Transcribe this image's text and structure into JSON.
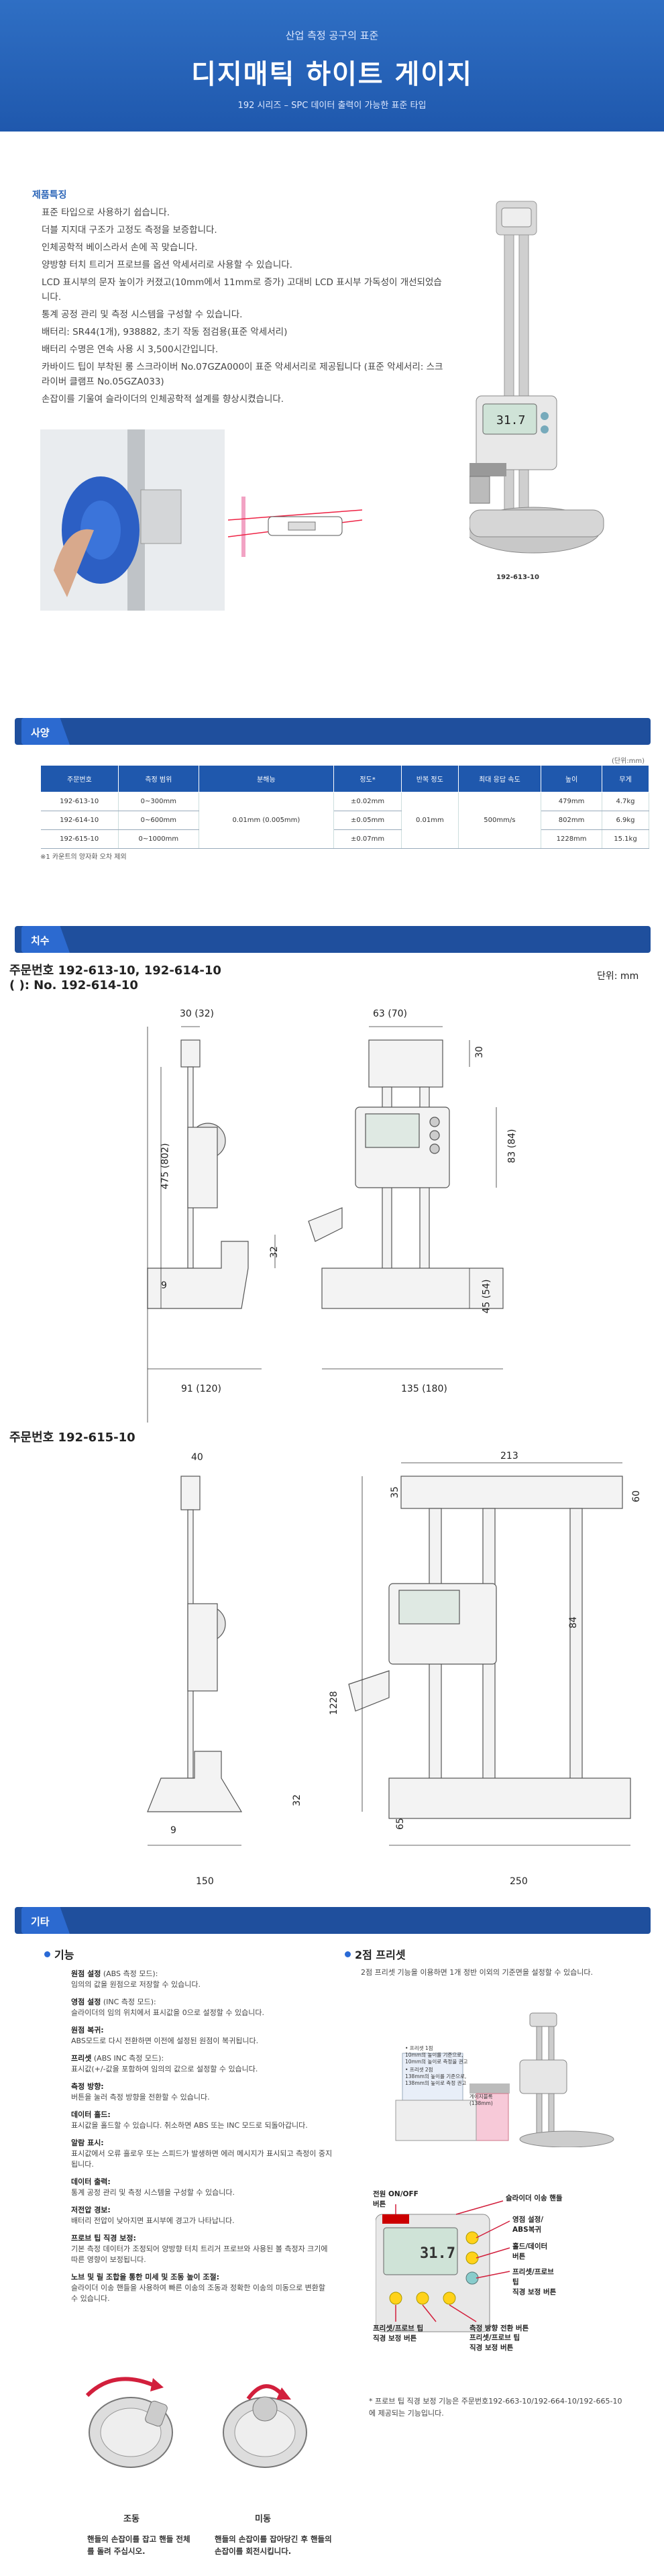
{
  "hero": {
    "subtitle": "산업 측정 공구의 표준",
    "title": "디지매틱 하이트 게이지",
    "desc": "192 시리즈 – SPC 데이터 출력이 가능한 표준 타입"
  },
  "features": {
    "heading": "제품특징",
    "items": [
      "표준 타입으로 사용하기 쉽습니다.",
      "더블 지지대 구조가 고정도 측정을 보증합니다.",
      "인체공학적 베이스라서 손에 꼭 맞습니다.",
      "양방향 터치 트리거 프로브를 옵션 악세서리로 사용할 수 있습니다.",
      "LCD 표시부의 문자 높이가 커졌고(10mm에서 11mm로 증가) 고대비 LCD 표시부 가독성이 개선되었습니다.",
      "통계 공정 관리 및 측정 시스템을 구성할 수 있습니다.",
      "배터리: SR44(1개), 938882, 초기 작동 점검용(표준 악세서리)",
      "배터리 수명은 연속 사용 시 3,500시간입니다.",
      "카바이드 팁이 부착된 롱 스크라이버 No.07GZA000이 표준 악세서리로 제공됩니다 (표준 악세서리: 스크라이버 클램프 No.05GZA033)",
      "손잡이를 기울여 슬라이더의 인체공학적 설계를 향상시켰습니다."
    ]
  },
  "images": {
    "model_label": "192-613-10"
  },
  "sections": {
    "spec": "사양",
    "dims": "치수",
    "other": "기타"
  },
  "spec": {
    "unit": "(단위:mm)",
    "headers": [
      "주문번호",
      "측정 범위",
      "분해능",
      "정도*",
      "반복 정도",
      "최대 응답 속도",
      "높이",
      "무게"
    ],
    "rows": [
      [
        "192-613-10",
        "0~300mm",
        "±0.02mm",
        "479mm",
        "4.7kg"
      ],
      [
        "192-614-10",
        "0~600mm",
        "±0.05mm",
        "802mm",
        "6.9kg"
      ],
      [
        "192-615-10",
        "0~1000mm",
        "±0.07mm",
        "1228mm",
        "15.1kg"
      ]
    ],
    "shared": {
      "resolution": "0.01mm\n(0.005mm)",
      "repeat": "0.01mm",
      "speed": "500mm/s"
    },
    "note": "※1 카운트의 양자화 오차 제외"
  },
  "dims": {
    "title1a": "주문번호 192-613-10, 192-614-10",
    "title1b": "(   ): No. 192-614-10",
    "unit": "단위: mm",
    "d1": {
      "a": "30 (32)",
      "b": "63 (70)",
      "c": "30",
      "d": "475 (802)",
      "e": "83 (84)",
      "f": "32",
      "g": "9",
      "h": "45 (54)",
      "i": "91 (120)",
      "j": "135 (180)"
    },
    "title2": "주문번호 192-615-10",
    "d2": {
      "a": "40",
      "b": "213",
      "c": "35",
      "d": "60",
      "e": "84",
      "f": "1228",
      "g": "32",
      "h": "9",
      "i": "65",
      "j": "150",
      "k": "250"
    }
  },
  "other": {
    "func_title": "기능",
    "functions": [
      {
        "t": "원점 설정",
        "s": "(ABS 측정 모드):",
        "d": "임의의 값을 원점으로 저장할 수 있습니다."
      },
      {
        "t": "영점 설정",
        "s": "(INC 측정 모드):",
        "d": "슬라이더의 임의 위치에서 표시값을 0으로 설정할 수 있습니다."
      },
      {
        "t": "원점 복귀:",
        "s": "",
        "d": "ABS모드로 다시 전환하면 이전에 설정된 원점이 복귀됩니다."
      },
      {
        "t": "프리셋",
        "s": "(ABS INC 측정 모드):",
        "d": "표시값(+/-값을 포함하여 임의의 값으로 설정할 수 있습니다."
      },
      {
        "t": "측정 방향:",
        "s": "",
        "d": "버튼을 눌러 측정 방향을 전환할 수 있습니다."
      },
      {
        "t": "데이터 홀드:",
        "s": "",
        "d": "표시값을 홀드할 수 있습니다. 취소하면 ABS 또는 INC 모드로 되돌아갑니다."
      },
      {
        "t": "알람 표시:",
        "s": "",
        "d": "표시값에서 오류 흘로우 또는 스피드가 발생하면 에러 메시지가 표시되고 측정이 중지됩니다."
      },
      {
        "t": "데이터 출력:",
        "s": "",
        "d": "통계 공정 관리 및 측정 시스템을 구성할 수 있습니다."
      },
      {
        "t": "저전압 경보:",
        "s": "",
        "d": "배터리 전압이 낮아지면 표시부에 경고가 나타납니다."
      },
      {
        "t": "프로브 팁 직경 보정:",
        "s": "",
        "d": "기본 측정 데이터가 조정되어 양방향 터치 트리거 프로브와 사용된 볼 측정자 크기에 따른 영향이 보정됩니다."
      },
      {
        "t": "노브 및 릴 조합을 통한 미세 및 조동 높이 조절:",
        "s": "",
        "d": "슬라이더 이송 핸들을 사용하여 빠른 이송의 조동과 정확한 이송의 미동으로 변환할 수 있습니다."
      }
    ],
    "coarse": "조동",
    "fine": "미동",
    "coarse_desc": "핸들의 손잡이를 잡고 핸들 전체를 돌려 주십시오.",
    "fine_desc": "핸들의 손잡이를 잡아당긴 후 핸들의 손잡이를 회전시킵니다.",
    "preset_title": "2점 프리셋",
    "preset_desc": "2점 프리셋 기능을 이용하면 1개 정반 이외의 기준면을 설정할 수 있습니다.",
    "preset_note1": "• 프리셋 1점\n  10mm의 높이를 기준으로,\n  10mm의 높이로 측정을 권고",
    "preset_note2": "• 프리셋 2점\n  138mm의 높이를 기준으로,\n  138mm의 높이로 측정 권고",
    "preset_note3": "게이지블록\n(138mm)",
    "callouts": {
      "power": "전원 ON/OFF\n버튼",
      "slider": "슬라이더 이송 핸들",
      "origin": "영점 설정/\nABS복귀",
      "hold": "홀드/데이터\n버튼",
      "preset_probe": "프리셋/프로브\n팁\n직경 보정 버튼",
      "preset_tip": "프리셋/프로브 팁\n직경 보정 버튼",
      "direction": "측정 방향 전환 버튼",
      "preset_probe2": "프리셋/프로브 팁\n직경 보정 버튼"
    },
    "display_value": "31.7",
    "footnote": "* 프로브 팁 직경 보정 기능은 주문번호192-663-10/192-664-10/192-665-10에 제공되는 기능입니다."
  }
}
